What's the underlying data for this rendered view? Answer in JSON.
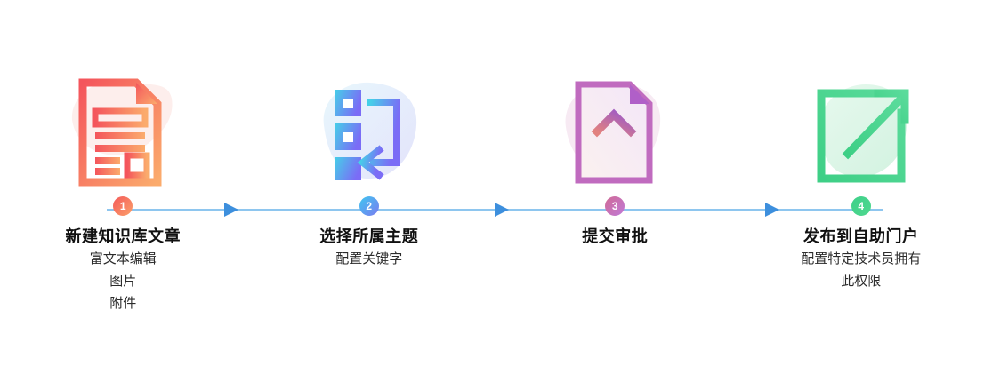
{
  "diagram": {
    "type": "process-flow",
    "orientation": "horizontal",
    "colors": {
      "connector_line": "#8ec6ef",
      "connector_arrow": "#3d8fdd",
      "background": "#ffffff",
      "title_text": "#111111",
      "subtitle_text": "#2b2b2b"
    },
    "steps": [
      {
        "number": "1",
        "title": "新建知识库文章",
        "subtitles": [
          "富文本编辑",
          "图片",
          "附件"
        ],
        "icon": "document-lines-icon",
        "badge_color_start": "#f45a5a",
        "badge_color_end": "#fba06a",
        "icon_color_start": "#f4555c",
        "icon_color_end": "#fba96a",
        "blob_color": "#fdeeec"
      },
      {
        "number": "2",
        "title": "选择所属主题",
        "subtitles": [
          "配置关键字"
        ],
        "icon": "topic-select-arrow-icon",
        "badge_color_start": "#3fc6f0",
        "badge_color_end": "#7b7bf0",
        "icon_color_start": "#45d0e8",
        "icon_color_end": "#7b6cf6",
        "blob_color": "#e4efff"
      },
      {
        "number": "3",
        "title": "提交审批",
        "subtitles": [],
        "icon": "document-upload-arrow-icon",
        "badge_color_start": "#d06a95",
        "badge_color_end": "#c07ad8",
        "icon_color_start": "#eb9a6e",
        "icon_color_end": "#a93fd4",
        "blob_color": "#f7eaf3"
      },
      {
        "number": "4",
        "title": "发布到自助门户",
        "subtitles": [
          "配置特定技术员拥有",
          "此权限"
        ],
        "icon": "external-link-icon",
        "badge_color_start": "#3fd08a",
        "badge_color_end": "#4ed88e",
        "icon_color_start": "#3ecf86",
        "icon_color_end": "#5ad99a",
        "blob_color": "#ddf6e6"
      }
    ]
  }
}
